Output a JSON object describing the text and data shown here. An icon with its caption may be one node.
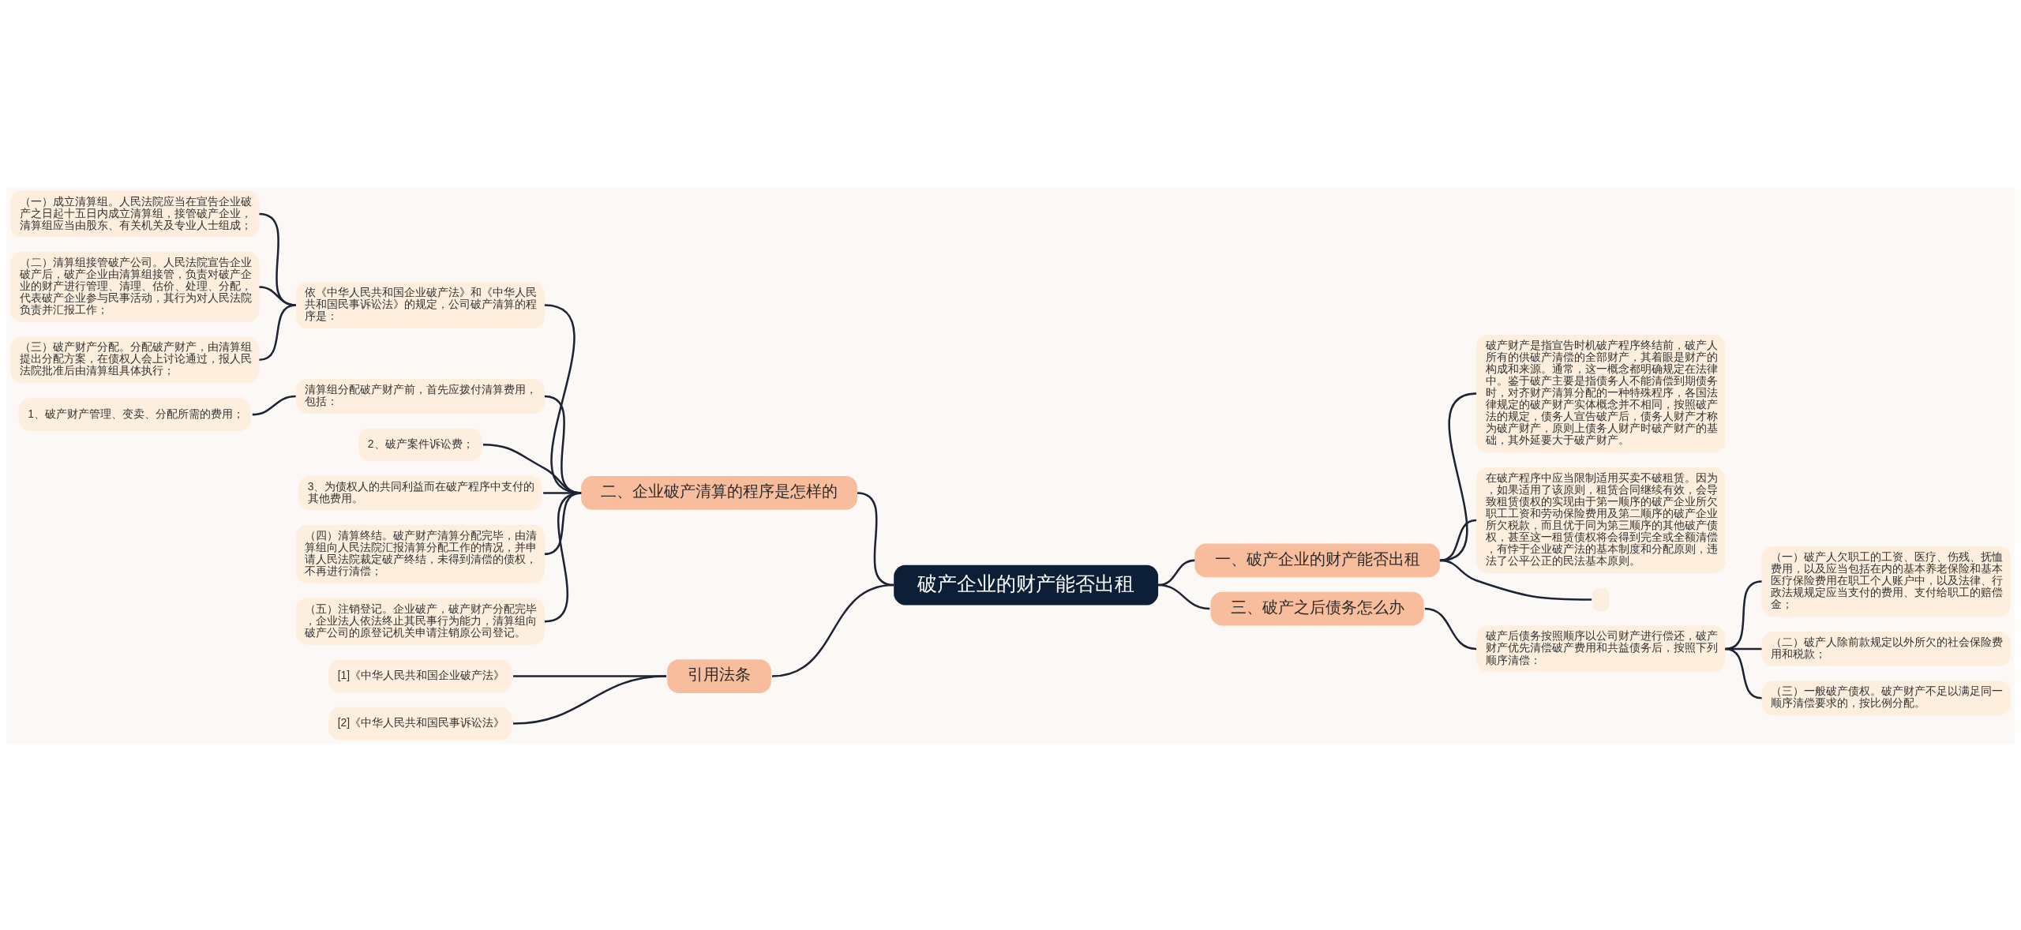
{
  "diagram": {
    "nodes": [
      {
        "text": [
          "破产企业的财产能否出租"
        ]
      },
      {
        "text": [
          "一、破产企业的财产能否出租"
        ]
      },
      {
        "text": [
          "破产财产是指宣告时机破产程序终结前，破产人所有的供破产清偿的全部财产，其着眼是财产的构成和来源。通常，这一概念都明确规定在法律中。鉴于破产主要是指债务人不能清偿到期债务时，对齐财产清算分配的一种特殊程序，各国法律规定的破产财产实体概念并不相同，按照破产法的规定，债务人宣告破产后，债务人财产才称为破产财产，原则上债务人财产时破产财产的基础，其外延要大于破产财产。"
        ]
      },
      {
        "text": [
          "在破产程序中应当限制适用买卖不破租赁。因为，如果适用了该原则，租赁合同继续有效，会导致租赁债权的实现由于第一顺序的破产企业所欠职工工资和劳动保险费用及第二顺序的破产企业所欠税款，而且优于同为第三顺序的其他破产债权，甚至这一租赁债权将会得到完全或全额清偿，有悖于企业破产法的基本制度和分配原则，违法了公平公正的民法基本原则。"
        ]
      },
      {
        "text": [],
        "shape": "box"
      },
      {
        "text": [
          "二、企业破产清算的程序是怎样的"
        ]
      },
      {
        "text": [
          "依《中华人民共和国企业破产法》和《中华人民共和国民事诉讼法》的规定，公司破产清算的程序是："
        ]
      },
      {
        "text": [
          "（一）成立清算组。人民法院应当在宣告企业破产之日起十五日内成立清算组，接管破产企业，清算组应当由股东、有关机关及专业人士组成；"
        ]
      },
      {
        "text": [
          "（二）清算组接管破产公司。人民法院宣告企业破产后，破产企业由清算组接管，负责对破产企业的财产进行管理、清理、估价、处理、分配，代表破产企业参与民事活动，其行为对人民法院负责并汇报工作；"
        ]
      },
      {
        "text": [
          "（三）破产财产分配。分配破产财产，由清算组提出分配方案，在债权人会上讨论通过，报人民法院批准后由清算组具体执行；"
        ]
      },
      {
        "text": [
          "清算组分配破产财产前，首先应拨付清算费用，包括："
        ]
      },
      {
        "text": [
          "1、破产财产管理、变卖、分配所需的费用；"
        ]
      },
      {
        "text": [
          "2、破产案件诉讼费；"
        ]
      },
      {
        "text": [
          "3、为债权人的共同利益而在破产程序中支付的其他费用。"
        ]
      },
      {
        "text": [
          "（四）清算终结。破产财产清算分配完毕，由清算组向人民法院汇报清算分配工作的情况，并申请人民法院裁定破产终结，未得到清偿的债权，不再进行清偿；"
        ]
      },
      {
        "text": [
          "（五）注销登记。企业破产，破产财产分配完毕，企业法人依法终止其民事行为能力，清算组向破产公司的原登记机关申请注销原公司登记。"
        ]
      },
      {
        "text": [
          "三、破产之后债务怎么办"
        ]
      },
      {
        "text": [
          "破产后债务按照顺序以公司财产进行偿还，破产财产优先清偿破产费用和共益债务后，按照下列顺序清偿："
        ]
      },
      {
        "text": [
          "（一）破产人欠职工的工资、医疗、伤残、抚恤费用，以及应当包括在内的基本养老保险和基本医疗保险费用在职工个人账户中，以及法律、行政法规规定应当支付的费用、支付给职工的赔偿金；"
        ]
      },
      {
        "text": [
          "（二）破产人除前款规定以外所欠的社会保险费用和税款；"
        ]
      },
      {
        "text": [
          "（三）一般破产债权。破产财产不足以满足同一顺序清偿要求的，按比例分配。"
        ]
      },
      {
        "text": [
          "引用法条"
        ]
      },
      {
        "text": [
          "[1]《中华人民共和国企业破产法》"
        ]
      },
      {
        "text": [
          "[2]《中华人民共和国民事诉讼法》"
        ]
      }
    ],
    "edges": [
      {
        "from": 0,
        "to": 1,
        "arrow": "none"
      },
      {
        "from": 1,
        "to": 2,
        "arrow": "none"
      },
      {
        "from": 1,
        "to": 3,
        "arrow": "none"
      },
      {
        "from": 1,
        "to": 4,
        "arrow": "none"
      },
      {
        "from": 0,
        "to": 5,
        "arrow": "none"
      },
      {
        "from": 5,
        "to": 6,
        "arrow": "none"
      },
      {
        "from": 6,
        "to": 7,
        "arrow": "none"
      },
      {
        "from": 6,
        "to": 8,
        "arrow": "none"
      },
      {
        "from": 6,
        "to": 9,
        "arrow": "none"
      },
      {
        "from": 5,
        "to": 10,
        "arrow": "none"
      },
      {
        "from": 10,
        "to": 11,
        "arrow": "none"
      },
      {
        "from": 5,
        "to": 12,
        "arrow": "none"
      },
      {
        "from": 5,
        "to": 13,
        "arrow": "none"
      },
      {
        "from": 5,
        "to": 14,
        "arrow": "none"
      },
      {
        "from": 5,
        "to": 15,
        "arrow": "none"
      },
      {
        "from": 0,
        "to": 16,
        "arrow": "none"
      },
      {
        "from": 16,
        "to": 17,
        "arrow": "none"
      },
      {
        "from": 17,
        "to": 18,
        "arrow": "none"
      },
      {
        "from": 17,
        "to": 19,
        "arrow": "none"
      },
      {
        "from": 17,
        "to": 20,
        "arrow": "none"
      },
      {
        "from": 0,
        "to": 21,
        "arrow": "none"
      },
      {
        "from": 21,
        "to": 22,
        "arrow": "none"
      },
      {
        "from": 21,
        "to": 23,
        "arrow": "none"
      }
    ]
  }
}
